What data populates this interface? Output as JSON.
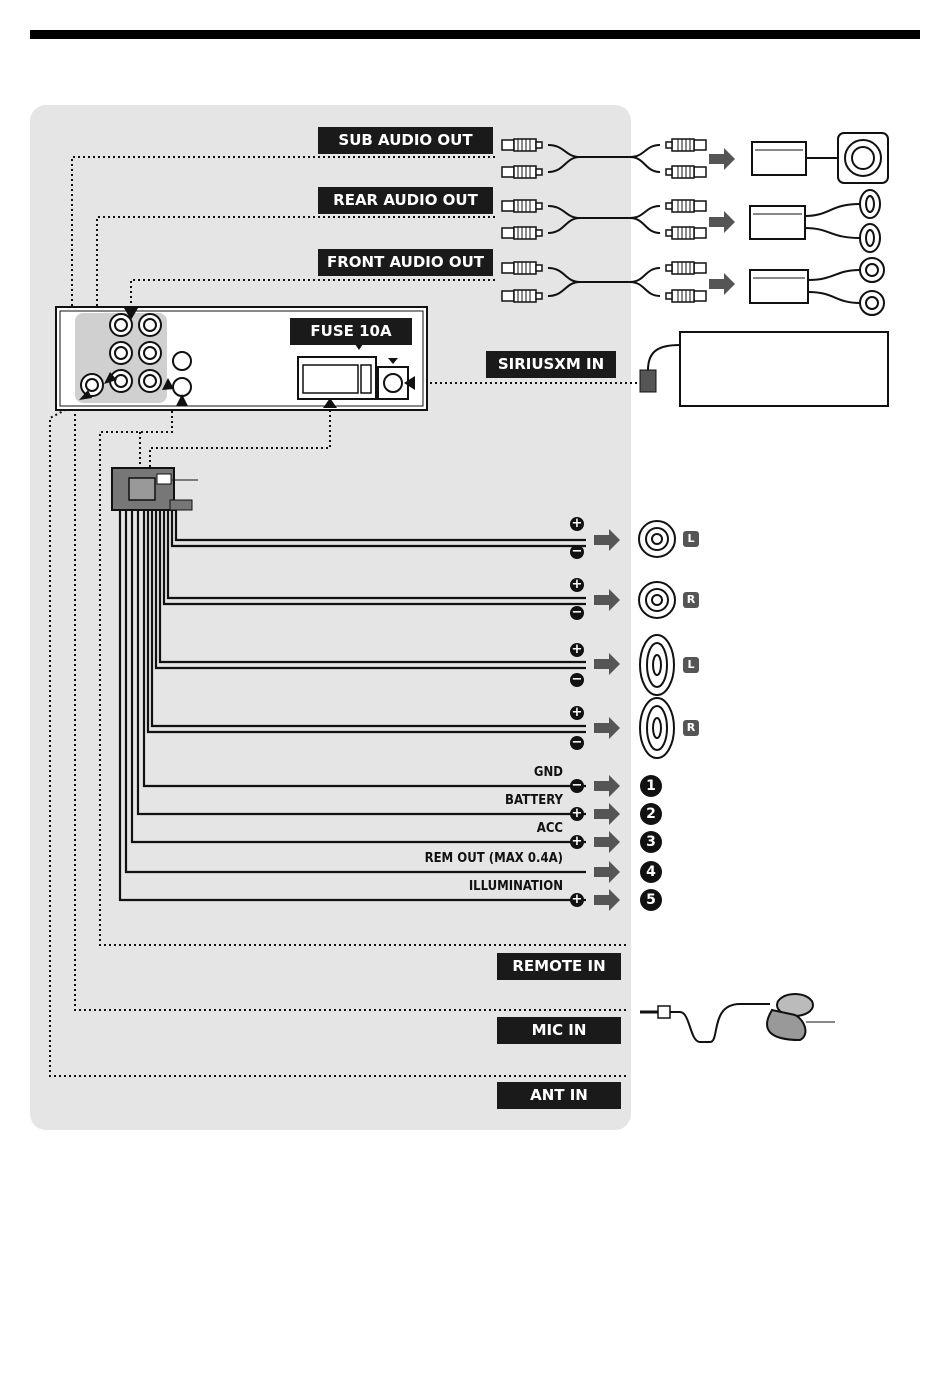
{
  "labels": {
    "sub_audio_out": "SUB AUDIO OUT",
    "rear_audio_out": "REAR AUDIO OUT",
    "front_audio_out": "FRONT AUDIO OUT",
    "fuse": "FUSE 10A",
    "siriusxm_in": "SIRIUSXM IN",
    "remote_in": "REMOTE IN",
    "mic_in": "MIC IN",
    "ant_in": "ANT IN"
  },
  "wires": [
    {
      "label": "GND",
      "polarity": "−",
      "number": "1"
    },
    {
      "label": "BATTERY",
      "polarity": "+",
      "number": "2"
    },
    {
      "label": "ACC",
      "polarity": "+",
      "number": "3"
    },
    {
      "label": "REM OUT (MAX 0.4A)",
      "polarity": "",
      "number": "4"
    },
    {
      "label": "ILLUMINATION",
      "polarity": "+",
      "number": "5"
    }
  ],
  "speakers": [
    {
      "side": "L",
      "plus": "+",
      "minus": "−"
    },
    {
      "side": "R",
      "plus": "+",
      "minus": "−"
    },
    {
      "side": "L",
      "plus": "+",
      "minus": "−"
    },
    {
      "side": "R",
      "plus": "+",
      "minus": "−"
    }
  ],
  "colors": {
    "label_bg": "#1a1a1a",
    "panel": "#e5e5e5",
    "arrow": "#555555"
  }
}
